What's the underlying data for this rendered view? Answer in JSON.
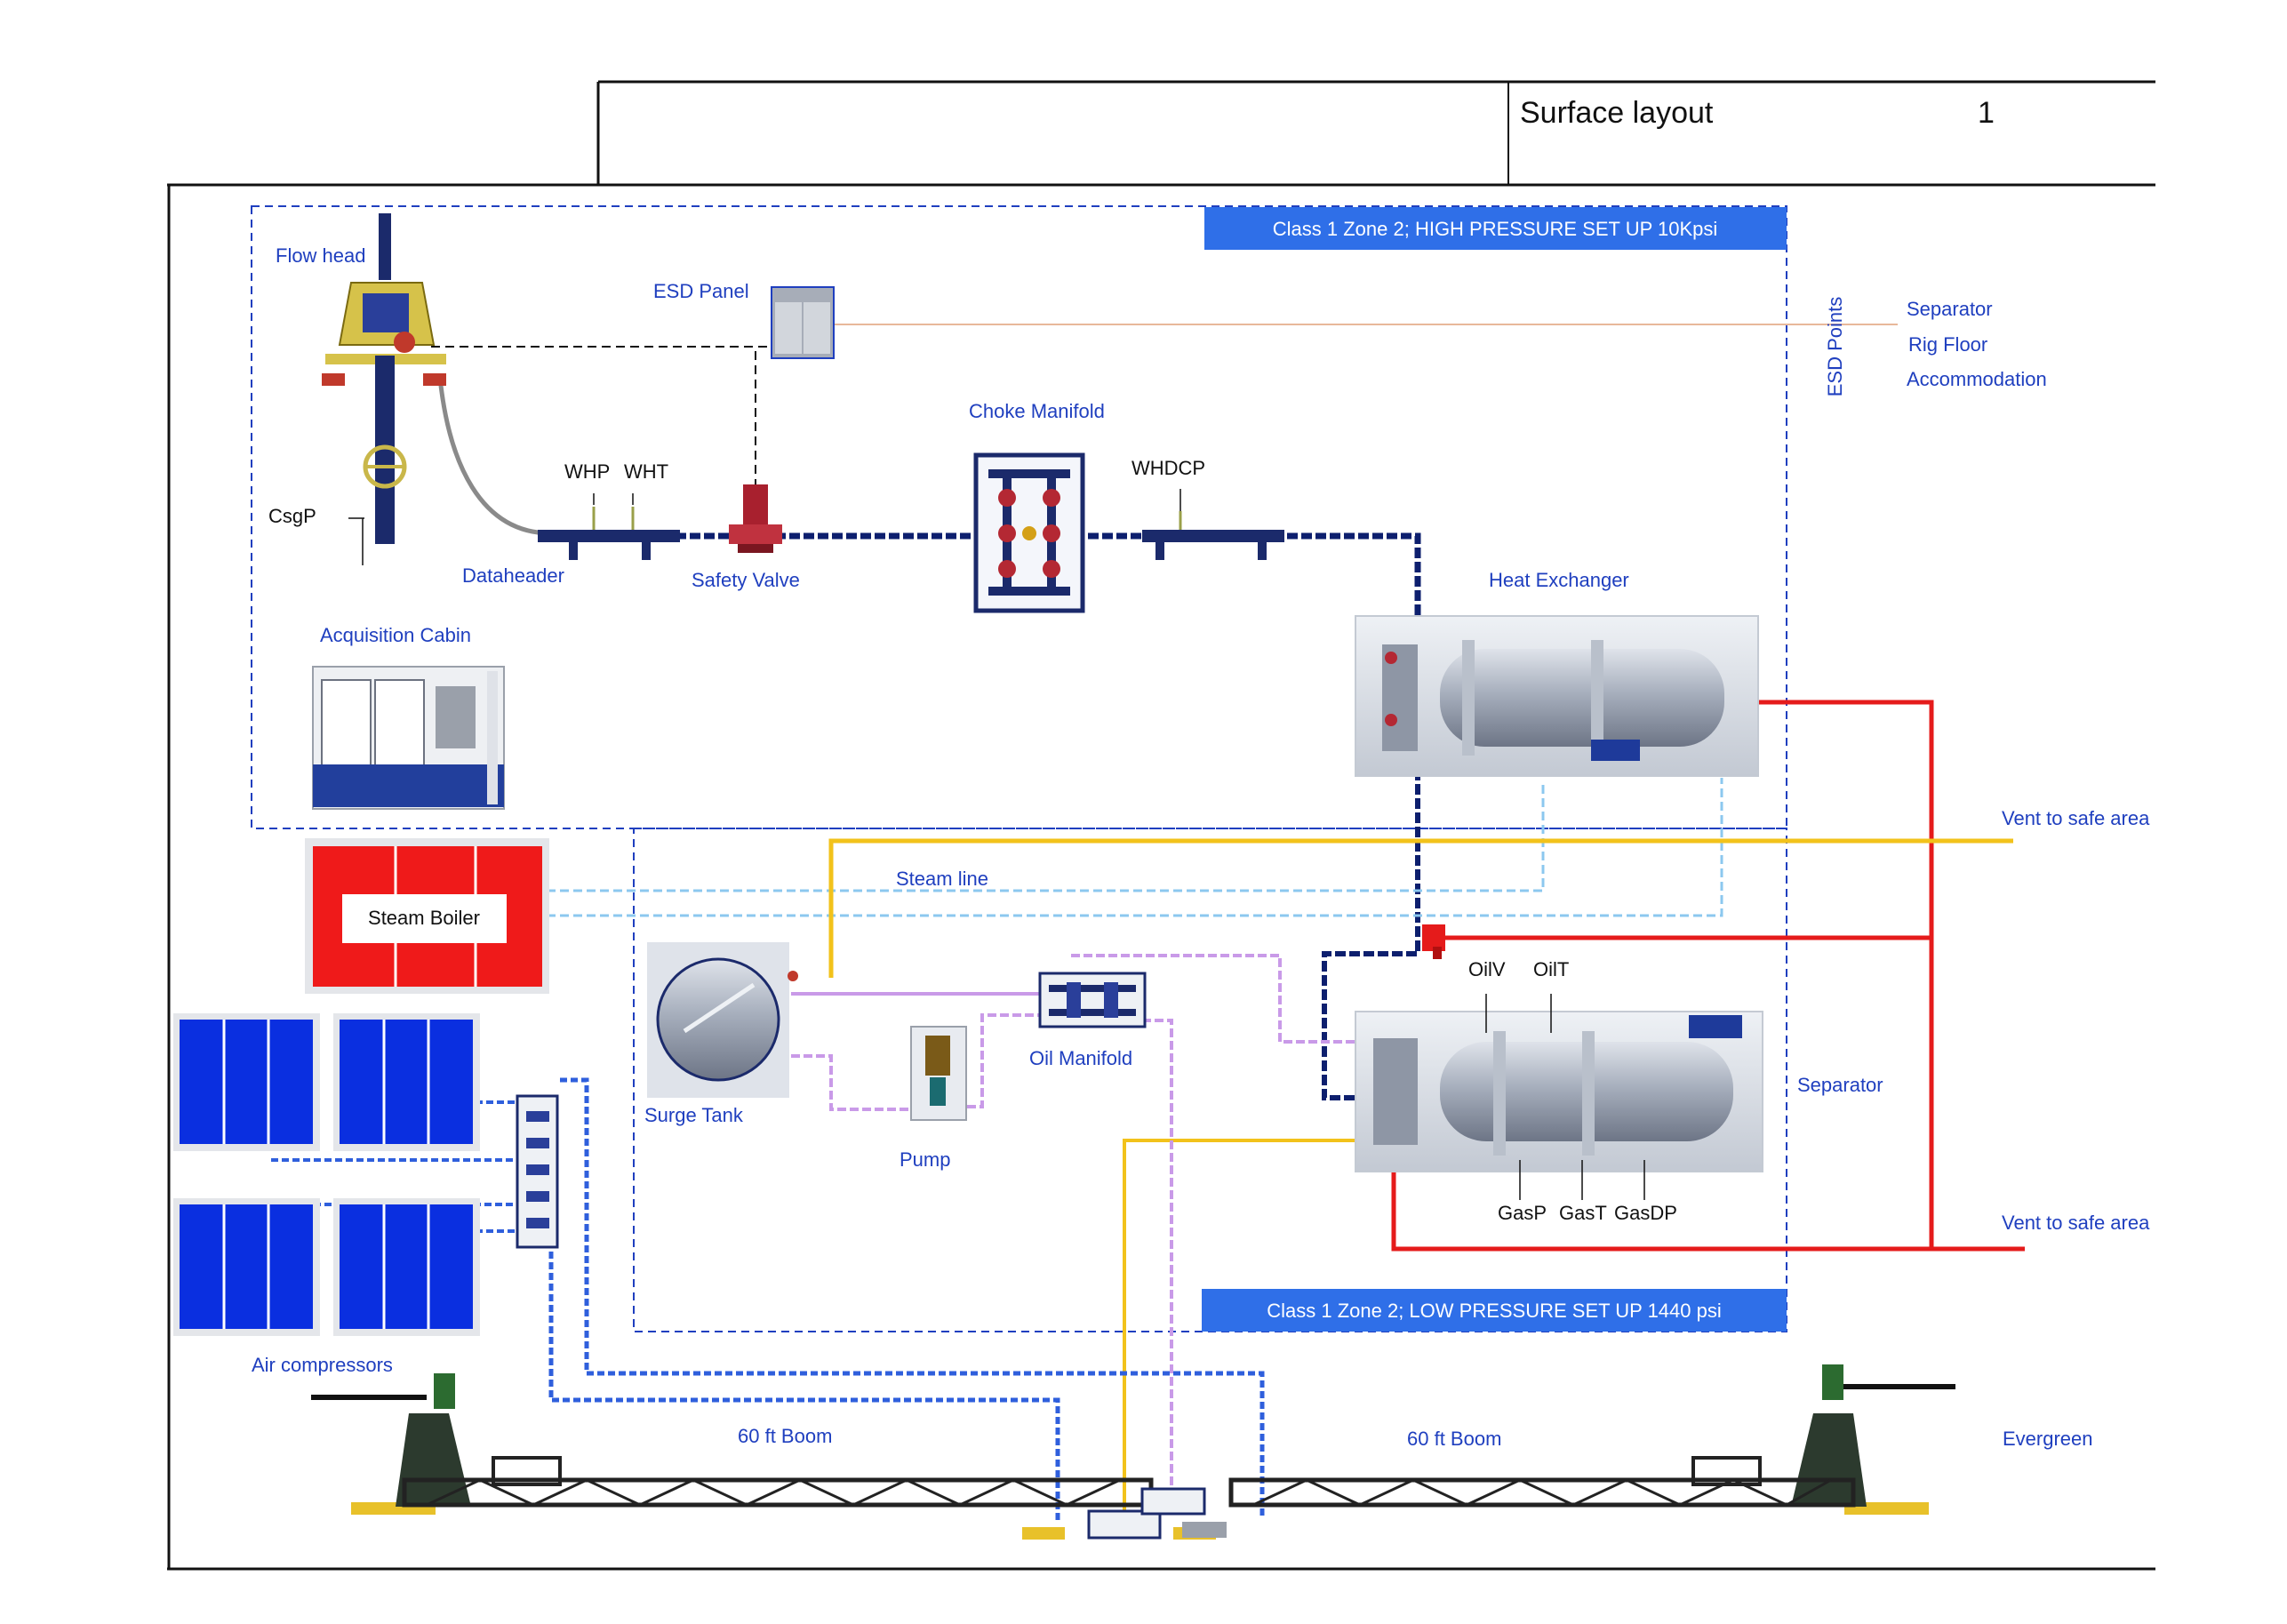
{
  "title_block": {
    "title": "Surface layout",
    "sheet": "1"
  },
  "zones": {
    "high_pressure": "Class 1 Zone 2; HIGH PRESSURE SET UP 10Kpsi",
    "low_pressure": "Class 1 Zone 2; LOW PRESSURE SET UP 1440 psi"
  },
  "labels": {
    "flow_head": "Flow head",
    "esd_panel": "ESD Panel",
    "esd_points": "ESD Points",
    "choke_manifold": "Choke Manifold",
    "csgp": "CsgP",
    "whp": "WHP",
    "wht": "WHT",
    "whdcp": "WHDCP",
    "dataheader": "Dataheader",
    "safety_valve": "Safety Valve",
    "heat_exchanger": "Heat Exchanger",
    "acquisition_cabin": "Acquisition  Cabin",
    "steam_boiler": "Steam Boiler",
    "steam_line": "Steam line",
    "surge_tank": "Surge Tank",
    "pump": "Pump",
    "oil_manifold": "Oil Manifold",
    "oilv": "OilV",
    "oilt": "OilT",
    "separator": "Separator",
    "gasp": "GasP",
    "gast": "GasT",
    "gasdp": "GasDP",
    "vent1": "Vent to safe area",
    "vent2": "Vent to safe area",
    "air_compressors": "Air compressors",
    "boom_left": "60 ft Boom",
    "boom_right": "60 ft Boom",
    "evergreen": "Evergreen"
  },
  "esd_points_list": [
    "Separator",
    "Rig Floor",
    "Accommodation"
  ],
  "colors": {
    "zone_border": "#1f3fbf",
    "zone_banner": "#2f6fe8",
    "oil_line": "#0d1f6e",
    "steam_line": "#8cc8ef",
    "vent_line": "#e51b1b",
    "gas_line": "#f2c21b",
    "air_line": "#2f5fdc",
    "manifold_line": "#c99ae8",
    "boiler": "#ef1a1a",
    "compressor": "#0a2fe0"
  }
}
